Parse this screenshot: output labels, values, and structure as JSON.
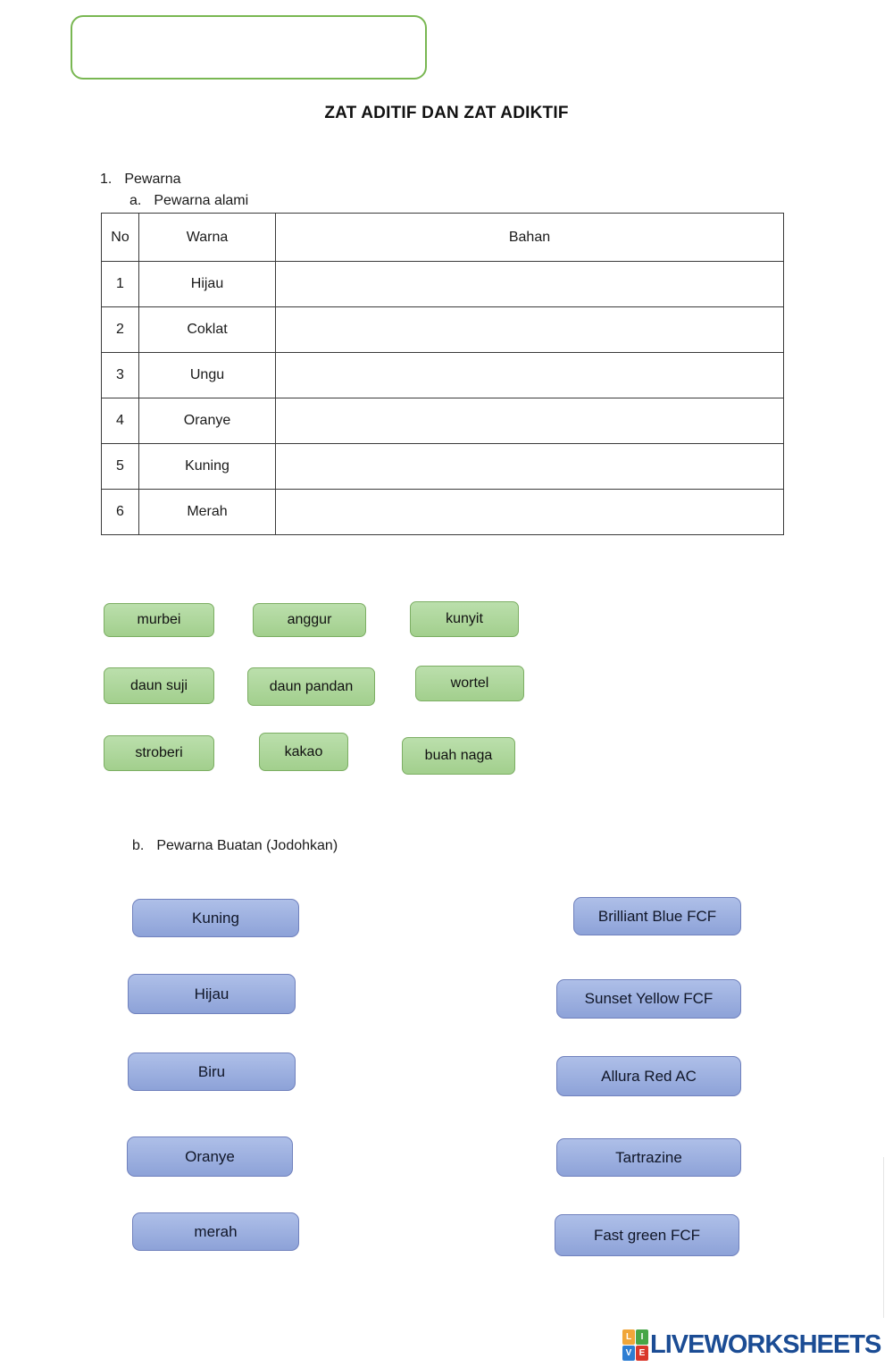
{
  "page": {
    "title": "ZAT ADITIF DAN ZAT ADIKTIF"
  },
  "sections": {
    "q1": {
      "number": "1.",
      "label": "Pewarna"
    },
    "q1a": {
      "letter": "a.",
      "label": "Pewarna alami"
    },
    "q1b": {
      "letter": "b.",
      "label": "Pewarna Buatan (Jodohkan)"
    }
  },
  "table": {
    "headers": [
      "No",
      "Warna",
      "Bahan"
    ],
    "rows": [
      {
        "no": "1",
        "warna": "Hijau",
        "bahan": ""
      },
      {
        "no": "2",
        "warna": "Coklat",
        "bahan": ""
      },
      {
        "no": "3",
        "warna": "Ungu",
        "bahan": ""
      },
      {
        "no": "4",
        "warna": "Oranye",
        "bahan": ""
      },
      {
        "no": "5",
        "warna": "Kuning",
        "bahan": ""
      },
      {
        "no": "6",
        "warna": "Merah",
        "bahan": ""
      }
    ]
  },
  "drag_words": [
    "murbei",
    "anggur",
    "kunyit",
    "daun suji",
    "daun pandan",
    "wortel",
    "stroberi",
    "kakao",
    "buah naga"
  ],
  "match_left": [
    "Kuning",
    "Hijau",
    "Biru",
    "Oranye",
    "merah"
  ],
  "match_right": [
    "Brilliant Blue FCF",
    "Sunset Yellow FCF",
    "Allura Red AC",
    "Tartrazine",
    "Fast green FCF"
  ],
  "colors": {
    "chip_fill": "#a9d18e",
    "chip_border": "#7cae63",
    "match_button_fill": "#93a9dc",
    "match_button_border": "#7081bd",
    "name_box_border": "#79b752",
    "logo_blue": "#1b4c94",
    "logo_tile_l": "#f0a63a",
    "logo_tile_i": "#47a647",
    "logo_tile_v": "#2d7dd2",
    "logo_tile_e": "#d9372b"
  },
  "footer": {
    "logo_text": "LIVEWORKSHEETS",
    "logo_tiles": [
      "L",
      "I",
      "V",
      "E"
    ]
  }
}
